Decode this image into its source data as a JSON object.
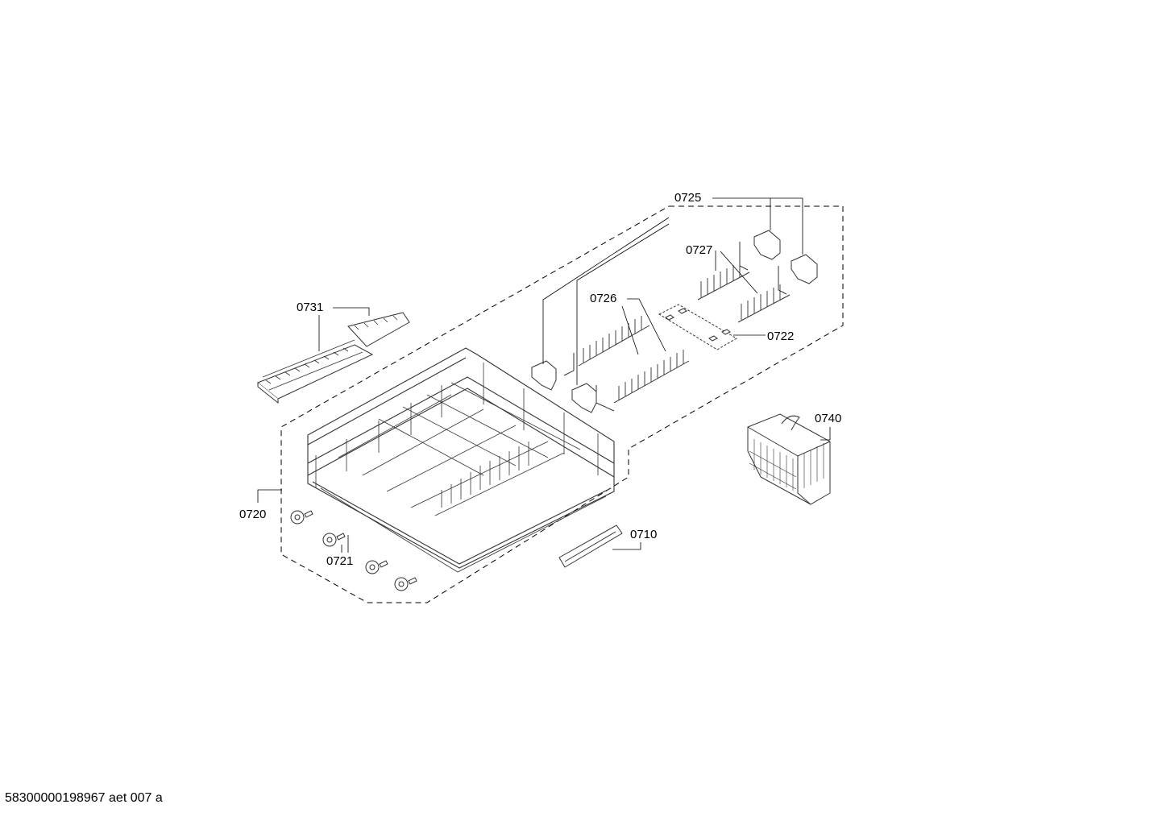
{
  "diagram": {
    "part_labels": {
      "p0725": "0725",
      "p0727": "0727",
      "p0726": "0726",
      "p0722": "0722",
      "p0731": "0731",
      "p0740": "0740",
      "p0720": "0720",
      "p0710": "0710",
      "p0721": "0721"
    },
    "footer_code": "58300000198967 aet 007 a",
    "colors": {
      "line": "#000000",
      "part_stroke": "#3a3a3a",
      "background": "#ffffff"
    }
  }
}
